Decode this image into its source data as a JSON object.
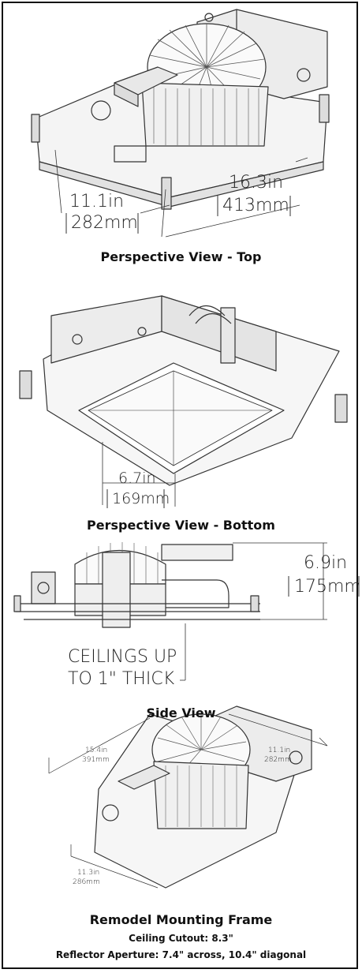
{
  "section1": {
    "caption": "Perspective View - Top",
    "dim_width_in": "11.1in",
    "dim_width_mm": "282mm",
    "dim_length_in": "16.3in",
    "dim_length_mm": "413mm"
  },
  "section2": {
    "caption": "Perspective View - Bottom",
    "dim_aperture_in": "6.7in",
    "dim_aperture_mm": "169mm"
  },
  "section3": {
    "caption": "Side View",
    "dim_height_in": "6.9in",
    "dim_height_mm": "175mm",
    "ceiling_note_line1": "CEILINGS UP",
    "ceiling_note_line2": "TO 1\" THICK"
  },
  "section4": {
    "caption": "Remodel Mounting Frame",
    "dim_length_in": "15.4in",
    "dim_length_mm": "391mm",
    "dim_width_in": "11.1in",
    "dim_width_mm": "282mm",
    "dim_depth_in": "11.3in",
    "dim_depth_mm": "286mm",
    "ceiling_cutout": "Ceiling Cutout:  8.3\"",
    "reflector_aperture": "Reflector Aperture:  7.4\" across, 10.4\" diagonal"
  }
}
